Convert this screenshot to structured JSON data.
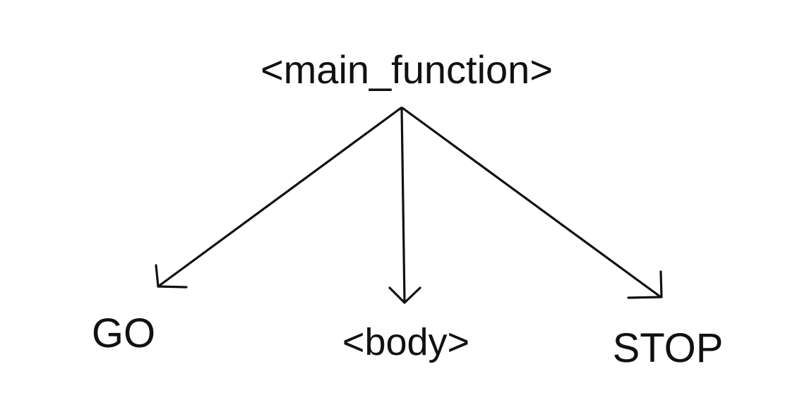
{
  "diagram": {
    "root": {
      "label": "<main_function>"
    },
    "children": [
      {
        "id": "go",
        "label": "GO"
      },
      {
        "id": "body",
        "label": "<body>"
      },
      {
        "id": "stop",
        "label": "STOP"
      }
    ],
    "colors": {
      "ink": "#111111",
      "background": "#ffffff"
    }
  }
}
